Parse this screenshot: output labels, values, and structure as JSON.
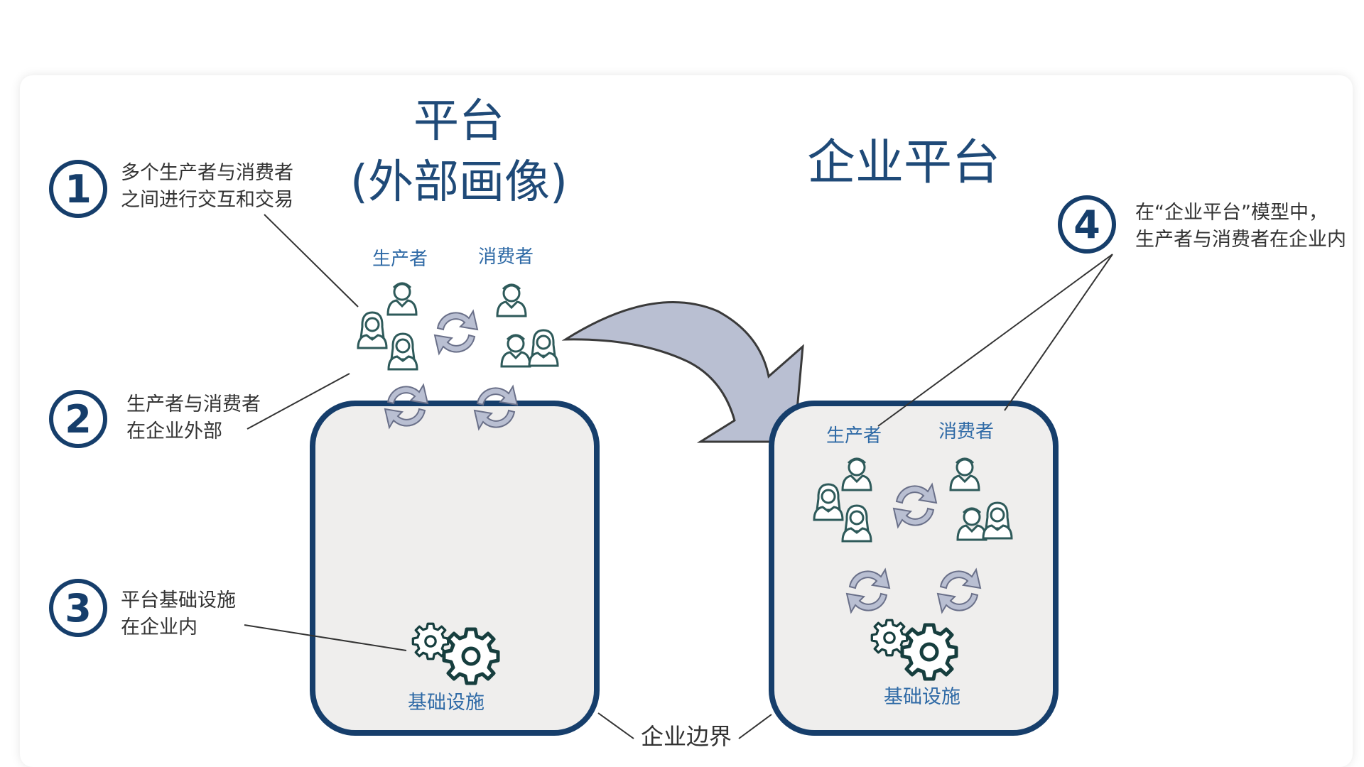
{
  "left_platform": {
    "title_line1": "平台",
    "title_line2": "(外部画像)",
    "producer_label": "生产者",
    "consumer_label": "消费者",
    "infrastructure_label": "基础设施"
  },
  "right_platform": {
    "title": "企业平台",
    "producer_label": "生产者",
    "consumer_label": "消费者",
    "infrastructure_label": "基础设施"
  },
  "callouts": [
    {
      "number": "1",
      "line1": "多个生产者与消费者",
      "line2": "之间进行交互和交易"
    },
    {
      "number": "2",
      "line1": "生产者与消费者",
      "line2": "在企业外部"
    },
    {
      "number": "3",
      "line1": "平台基础设施",
      "line2": "在企业内"
    },
    {
      "number": "4",
      "line1": "在“企业平台”模型中，",
      "line2": "生产者与消费者在企业内"
    }
  ],
  "boundary_label": "企业边界",
  "colors": {
    "navy": "#163e6b",
    "title_blue": "#1f4a78",
    "label_blue": "#2f6aa6",
    "people_teal": "#2e5a5a",
    "arrow_fill": "#b9bfd2",
    "box_fill": "#efeeed"
  }
}
